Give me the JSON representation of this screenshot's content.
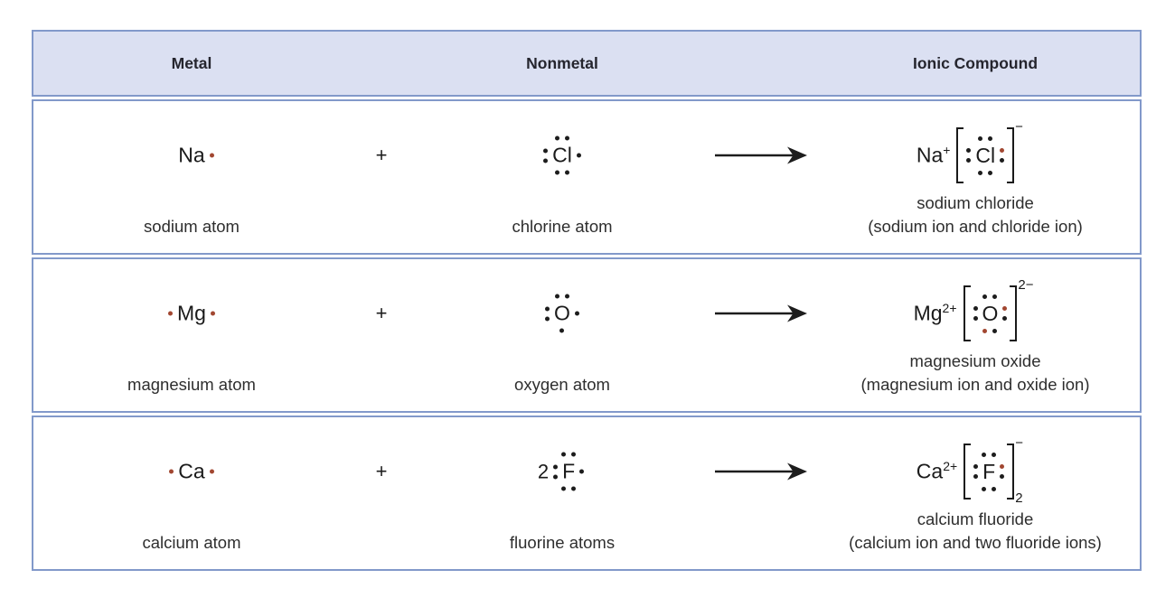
{
  "header": {
    "metal": "Metal",
    "nonmetal": "Nonmetal",
    "ionic_compound": "Ionic Compound"
  },
  "plus_sign": "+",
  "colors": {
    "header_bg": "#dbe0f2",
    "border_blue": "#8299ca",
    "electron_black": "#1d1d1d",
    "electron_red": "#a24731",
    "text_dark": "#2e2e2e"
  },
  "rows": [
    {
      "metal": {
        "symbol": "Na",
        "dots": {
          "right": [
            "r"
          ]
        }
      },
      "metal_label": "sodium atom",
      "nonmetal": {
        "coefficient": "",
        "symbol": "Cl",
        "dots": {
          "top": [
            "k",
            "k"
          ],
          "left": [
            "k",
            "k"
          ],
          "bottom": [
            "k",
            "k"
          ],
          "right": [
            "k"
          ]
        }
      },
      "nonmetal_label": "chlorine atom",
      "product": {
        "cation_symbol": "Na",
        "cation_charge": "+",
        "anion": {
          "symbol": "Cl",
          "dots": {
            "top": [
              "k",
              "k"
            ],
            "left": [
              "k",
              "k"
            ],
            "bottom": [
              "k",
              "k"
            ],
            "right": [
              "r",
              "k"
            ]
          }
        },
        "bracket_charge": "−",
        "bracket_subscript": ""
      },
      "product_name": "sodium chloride",
      "product_ions": "(sodium ion and chloride ion)"
    },
    {
      "metal": {
        "symbol": "Mg",
        "dots": {
          "left": [
            "r"
          ],
          "right": [
            "r"
          ]
        }
      },
      "metal_label": "magnesium atom",
      "nonmetal": {
        "coefficient": "",
        "symbol": "O",
        "dots": {
          "top": [
            "k",
            "k"
          ],
          "left": [
            "k",
            "k"
          ],
          "bottom": [
            "k"
          ],
          "right": [
            "k"
          ]
        }
      },
      "nonmetal_label": "oxygen atom",
      "product": {
        "cation_symbol": "Mg",
        "cation_charge": "2+",
        "anion": {
          "symbol": "O",
          "dots": {
            "top": [
              "k",
              "k"
            ],
            "left": [
              "k",
              "k"
            ],
            "bottom": [
              "r",
              "k"
            ],
            "right": [
              "r",
              "k"
            ]
          }
        },
        "bracket_charge": "2−",
        "bracket_subscript": ""
      },
      "product_name": "magnesium oxide",
      "product_ions": "(magnesium ion and oxide ion)"
    },
    {
      "metal": {
        "symbol": "Ca",
        "dots": {
          "left": [
            "r"
          ],
          "right": [
            "r"
          ]
        }
      },
      "metal_label": "calcium atom",
      "nonmetal": {
        "coefficient": "2",
        "symbol": "F",
        "dots": {
          "top": [
            "k",
            "k"
          ],
          "left": [
            "k",
            "k"
          ],
          "bottom": [
            "k",
            "k"
          ],
          "right": [
            "k"
          ]
        }
      },
      "nonmetal_label": "fluorine atoms",
      "product": {
        "cation_symbol": "Ca",
        "cation_charge": "2+",
        "anion": {
          "symbol": "F",
          "dots": {
            "top": [
              "k",
              "k"
            ],
            "left": [
              "k",
              "k"
            ],
            "bottom": [
              "k",
              "k"
            ],
            "right": [
              "r",
              "k"
            ]
          }
        },
        "bracket_charge": "−",
        "bracket_subscript": "2"
      },
      "product_name": "calcium fluoride",
      "product_ions": "(calcium ion and two fluoride ions)"
    }
  ]
}
